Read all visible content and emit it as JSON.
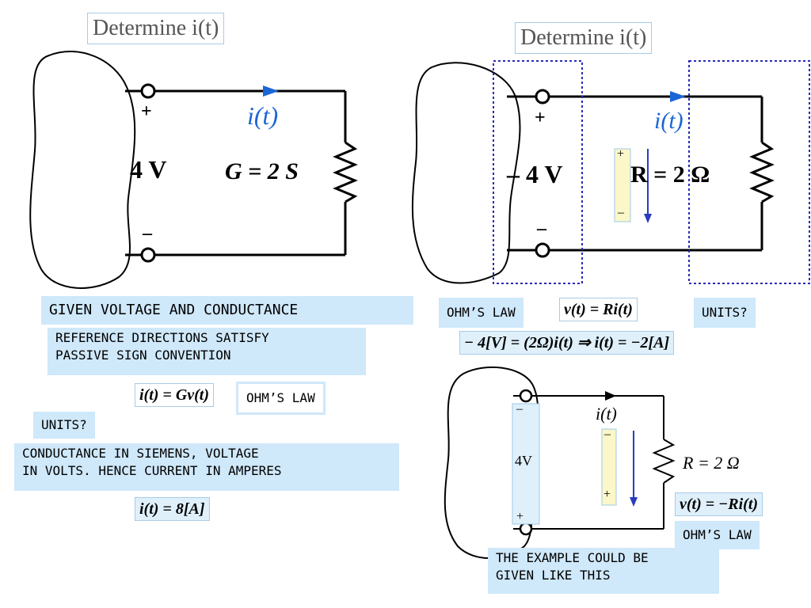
{
  "left_panel": {
    "title": "Determine i(t)",
    "plus": "+",
    "minus": "–",
    "voltage": "4 V",
    "current": "i(t)",
    "conductance": "G = 2 S"
  },
  "right_panel": {
    "title": "Determine i(t)",
    "plus": "+",
    "minus": "–",
    "voltage": "– 4 V",
    "current": "i(t)",
    "resistance": "R = 2 Ω",
    "sign_plus": "+",
    "sign_minus": "–"
  },
  "bottom_panel": {
    "top_sign": "–",
    "bottom_sign": "+",
    "voltage": "4V",
    "current": "i(t)",
    "resistance": "R = 2 Ω",
    "sign_top": "–",
    "sign_bottom": "+"
  },
  "notes": {
    "given": "GIVEN VOLTAGE AND CONDUCTANCE",
    "reference_line1": "REFERENCE DIRECTIONS SATISFY",
    "reference_line2": "PASSIVE SIGN CONVENTION",
    "ohms_law_left": "OHM’S LAW",
    "units_left": "UNITS?",
    "conductance_line1": "CONDUCTANCE IN SIEMENS, VOLTAGE",
    "conductance_line2": "IN VOLTS. HENCE CURRENT IN AMPERES",
    "ohms_law_right": "OHM’S LAW",
    "units_right": "UNITS?",
    "ohms_law_bottom": "OHM’S LAW",
    "example_line1": "THE EXAMPLE COULD BE",
    "example_line2": "GIVEN LIKE THIS"
  },
  "equations": {
    "i_equals_gv": "i(t) = Gv(t)",
    "i_equals_8": "i(t) = 8[A]",
    "v_equals_ri": "v(t) = Ri(t)",
    "solution": "− 4[V] = (2Ω)i(t) ⇒ i(t) = −2[A]",
    "v_equals_minus_ri": "v(t) = −Ri(t)"
  },
  "colors": {
    "note_background": "#cfe8fa",
    "current_blue": "#1a66d6",
    "arrow_blue": "#2a3bc0",
    "dotted_box": "#2a2ab8",
    "sign_box": "#fbf7c8"
  }
}
